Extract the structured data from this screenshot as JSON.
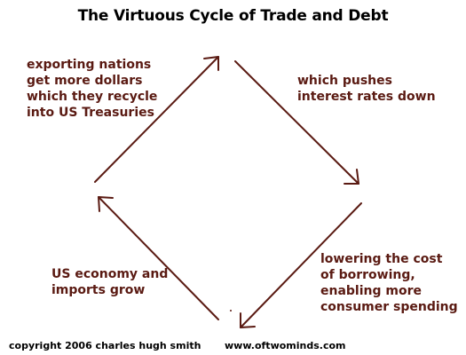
{
  "title": "The Virtuous Cycle of Trade and Debt",
  "colors": {
    "text": "#5a1a12",
    "arrow": "#5a1a12",
    "title": "#000000"
  },
  "cycle_steps": {
    "top_left": [
      "exporting nations",
      "get more dollars",
      "which they recycle",
      "into US Treasuries"
    ],
    "top_right": [
      "which pushes",
      "interest rates down"
    ],
    "bottom_right": [
      "lowering the cost",
      "of borrowing,",
      "enabling more",
      "consumer spending"
    ],
    "bottom_left": [
      "US economy and",
      "imports grow"
    ]
  },
  "footer": {
    "copyright": "copyright 2006  charles hugh smith",
    "url": "www.oftwominds.com"
  }
}
